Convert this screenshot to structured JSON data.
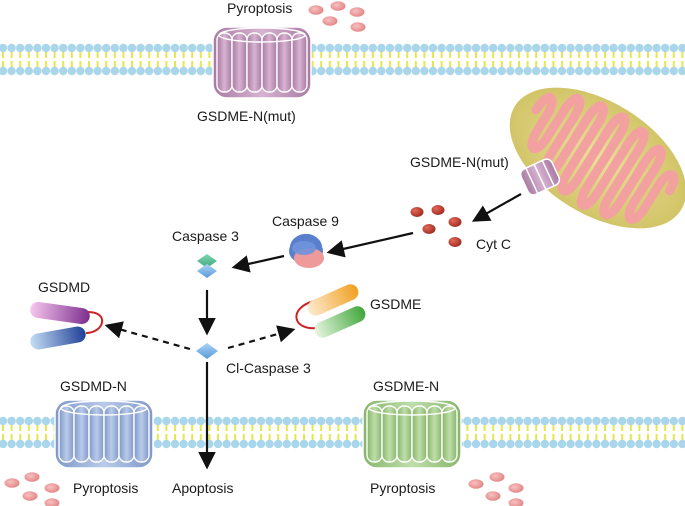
{
  "labels": {
    "pyroptosis_top": "Pyroptosis",
    "gsdme_n_mut_top": "GSDME-N(mut)",
    "gsdme_n_mut_mito": "GSDME-N(mut)",
    "caspase9": "Caspase 9",
    "caspase3": "Caspase 3",
    "cyt_c": "Cyt C",
    "gsdmd": "GSDMD",
    "gsdme": "GSDME",
    "cl_caspase3": "Cl-Caspase 3",
    "gsdmd_n": "GSDMD-N",
    "gsdme_n": "GSDME-N",
    "pyroptosis_left": "Pyroptosis",
    "apoptosis": "Apoptosis",
    "pyroptosis_right": "Pyroptosis"
  },
  "colors": {
    "membrane_head": "#a9d6ea",
    "membrane_tail": "#e6e84a",
    "pore_mut": "#c79bc0",
    "pore_gsdmd": "#9db4de",
    "pore_gsdme": "#a6cc8c",
    "droplet": "#ef9a9a",
    "cyt_c": "#c0392b",
    "mito_outer": "#dccf79",
    "mito_inner": "#f2a0a0",
    "linker": "#cc2222"
  }
}
